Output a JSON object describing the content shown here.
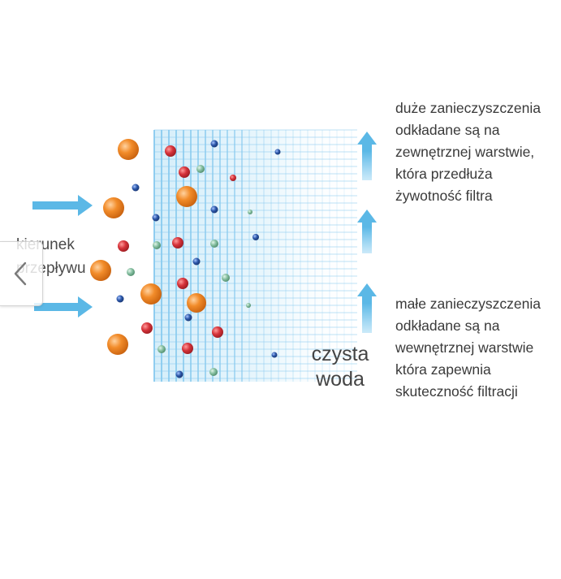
{
  "diagram": {
    "flow_label": {
      "line1": "kierunek",
      "line2": "przepływu"
    },
    "clean_water_label": {
      "line1": "czysta",
      "line2": "woda"
    },
    "top_caption": [
      "duże zanieczyszczenia",
      "odkładane są na",
      "zewnętrznej warstwie,",
      "która przedłuża",
      "żywotność filtra"
    ],
    "bottom_caption": [
      "małe zanieczyszczenia",
      "odkładane są na",
      "wewnętrznej warstwie",
      "która zapewnia",
      "skuteczność filtracji"
    ]
  },
  "gallery": {
    "prev_icon": "chevron-left-icon"
  },
  "colors": {
    "arrow_blue": "#5bb8e6",
    "mesh_blue": "#86c9ee",
    "particle_orange": "#f08a2c",
    "particle_red": "#d6333a",
    "particle_green": "#7fb89a",
    "particle_blue": "#2b55a3",
    "text": "#3a3a3a"
  }
}
